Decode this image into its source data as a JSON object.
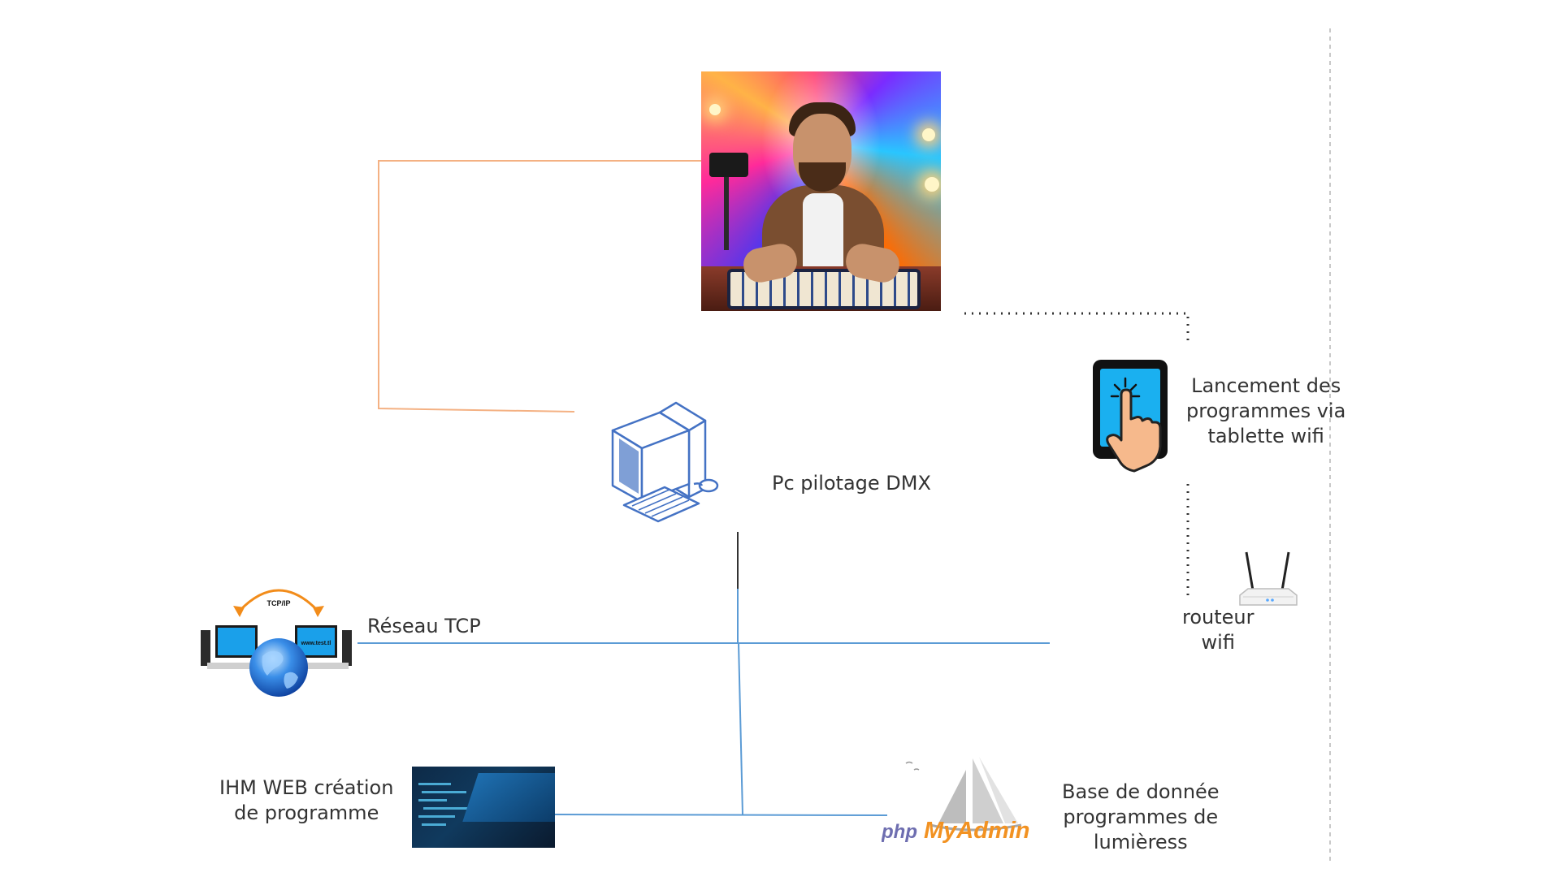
{
  "nodes": {
    "pc": {
      "label": "Pc pilotage DMX"
    },
    "tablet": {
      "label_lines": [
        "Lancement des",
        "programmes via",
        "tablette wifi"
      ]
    },
    "router": {
      "label_lines": [
        "routeur",
        "wifi"
      ]
    },
    "network": {
      "label": "Réseau TCP",
      "badge": "TCP/IP",
      "screen_text": "www.test.tl"
    },
    "web": {
      "label_lines": [
        "IHM WEB création",
        "de programme"
      ]
    },
    "db": {
      "label_lines": [
        "Base de donnée",
        "programmes de",
        "lumièress"
      ],
      "logo_php": "php",
      "logo_name": "MyAdmin"
    }
  },
  "colors": {
    "bus_line": "#5b9bd5",
    "orange_link": "#f4b183",
    "dotted_link": "#333333",
    "separator": "#c8c8c8",
    "pc_icon": "#4472c4",
    "tablet_screen": "#1ab0f0",
    "php_text": "#6e6eb0",
    "myadmin_text": "#f29222"
  }
}
